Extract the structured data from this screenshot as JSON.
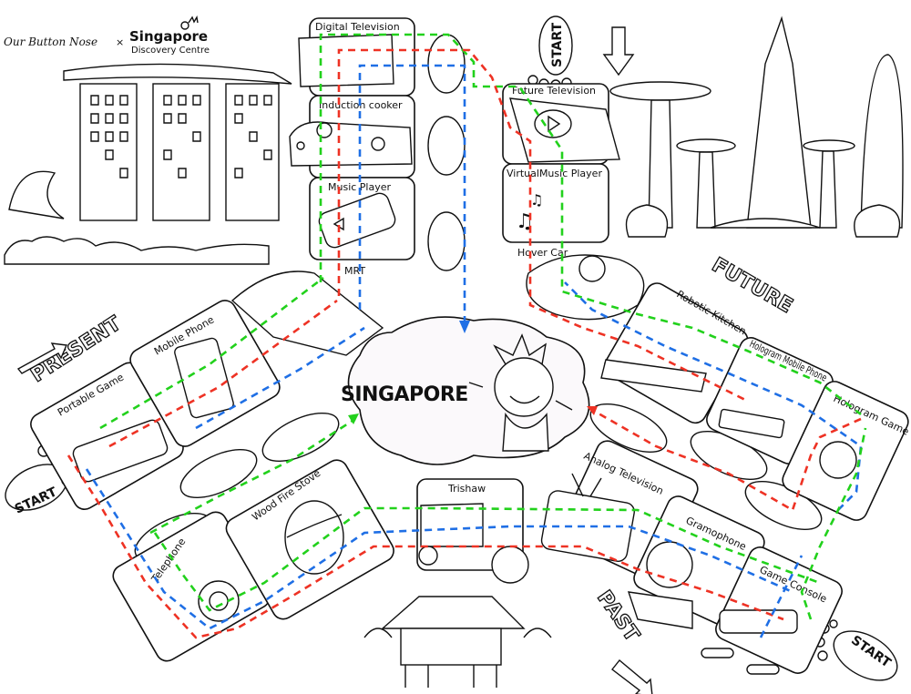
{
  "header": {
    "brand_left": "Our Button Nose",
    "separator": "×",
    "brand_right_line1": "Singapore",
    "brand_right_line2": "Discovery Centre"
  },
  "center": {
    "title": "SINGAPORE"
  },
  "zones": {
    "present": {
      "word": "PRESENT",
      "start": "START"
    },
    "future": {
      "word": "FUTURE",
      "start": "START"
    },
    "past": {
      "word": "PAST",
      "start": "START"
    }
  },
  "cards": {
    "digital_television": "Digital Television",
    "induction_cooker": "Induction cooker",
    "music_player": "Music Player",
    "mrt": "MRT",
    "future_television": "Future Television",
    "virtual_music_player": "VirtualMusic Player",
    "hover_car": "Hover Car",
    "portable_game": "Portable Game",
    "mobile_phone": "Mobile Phone",
    "robotic_kitchen": "Robotic Kitchen",
    "hologram_mobile_phone": "Hologram Mobile Phone",
    "hologram_game": "Hologram Game",
    "telephone": "Telephone",
    "wood_fire_stove": "Wood Fire Stove",
    "trishaw": "Trishaw",
    "analog_television": "Analog Television",
    "gramophone": "Gramophone",
    "game_console": "Game Console"
  },
  "legend_colors": {
    "green_path": "#22d11c",
    "red_path": "#ee3224",
    "blue_path": "#1f6fe5"
  }
}
